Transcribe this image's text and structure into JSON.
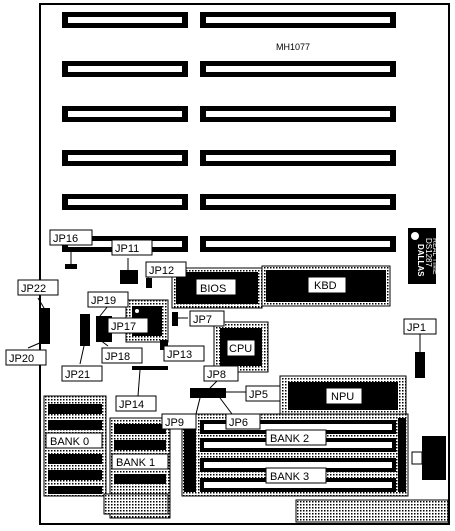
{
  "board": {
    "model": "MH1077",
    "rtc_brand": "DALLAS",
    "rtc_part": "DS1287",
    "rtc_caption": "REAL TIME"
  },
  "chips": {
    "bios": "BIOS",
    "kbd": "KBD",
    "cpu": "CPU",
    "npu": "NPU"
  },
  "banks": {
    "bank0": "BANK 0",
    "bank1": "BANK 1",
    "bank2": "BANK 2",
    "bank3": "BANK 3"
  },
  "jumpers": {
    "jp1": "JP1",
    "jp5": "JP5",
    "jp6": "JP6",
    "jp7": "JP7",
    "jp8": "JP8",
    "jp9": "JP9",
    "jp11": "JP11",
    "jp12": "JP12",
    "jp13": "JP13",
    "jp14": "JP14",
    "jp16": "JP16",
    "jp17": "JP17",
    "jp18": "JP18",
    "jp19": "JP19",
    "jp20": "JP20",
    "jp21": "JP21",
    "jp22": "JP22"
  }
}
